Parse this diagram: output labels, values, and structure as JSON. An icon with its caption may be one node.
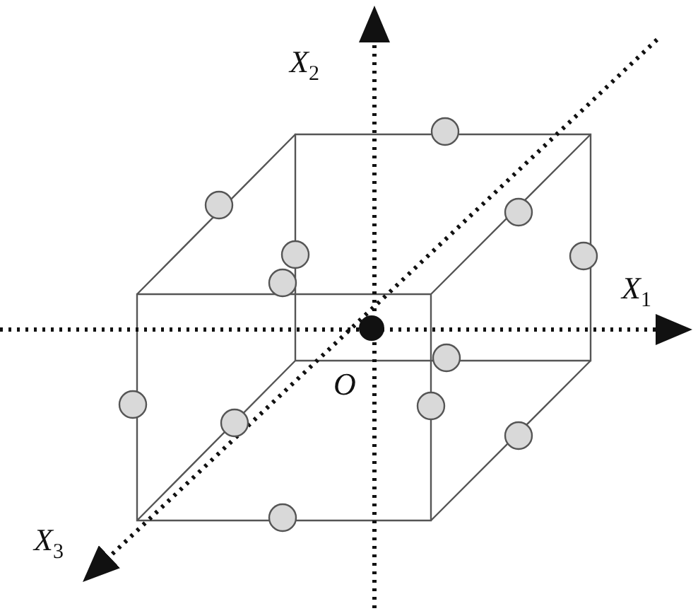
{
  "diagram": {
    "labels": [
      "*X*$_{2}$",
      "*X*$_{1}$",
      "*O*",
      "*X*$_{3}$"
    ]
  }
}
